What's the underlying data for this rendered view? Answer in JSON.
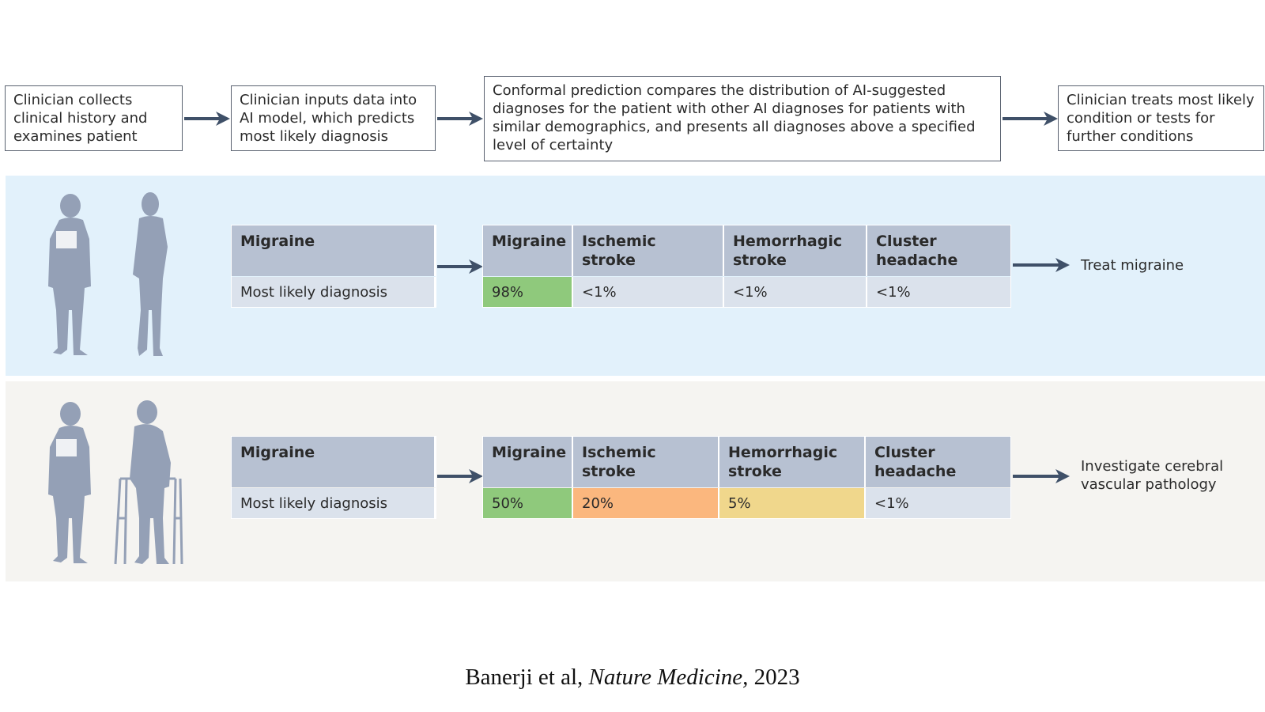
{
  "steps": [
    "Clinician collects clinical history and examines patient",
    "Clinician inputs data into AI model, which predicts most likely diagnosis",
    "Conformal prediction compares the distribution of AI-suggested diagnoses for the patient with other AI diagnoses for patients with similar demographics, and presents all diagnoses above a specified level of certainty",
    "Clinician treats most likely condition or tests for further conditions"
  ],
  "scenarios": [
    {
      "model_output": {
        "diagnosis": "Migraine",
        "label": "Most likely diagnosis"
      },
      "conformal": [
        {
          "name": "Migraine",
          "value": "98%",
          "color": "#8fc97c"
        },
        {
          "name": "Ischemic stroke",
          "value": "<1%",
          "color": "#dbe2ec"
        },
        {
          "name": "Hemorrhagic stroke",
          "value": "<1%",
          "color": "#dbe2ec"
        },
        {
          "name": "Cluster headache",
          "value": "<1%",
          "color": "#dbe2ec"
        }
      ],
      "outcome": "Treat migraine"
    },
    {
      "model_output": {
        "diagnosis": "Migraine",
        "label": "Most likely diagnosis"
      },
      "conformal": [
        {
          "name": "Migraine",
          "value": "50%",
          "color": "#8fc97c"
        },
        {
          "name": "Ischemic stroke",
          "value": "20%",
          "color": "#fbb77e"
        },
        {
          "name": "Hemorrhagic stroke",
          "value": "5%",
          "color": "#f0d78c"
        },
        {
          "name": "Cluster headache",
          "value": "<1%",
          "color": "#dbe2ec"
        }
      ],
      "outcome": "Investigate cerebral vascular pathology"
    }
  ],
  "citation": {
    "authors": "Banerji et al,",
    "journal": "Nature Medicine,",
    "year": "2023"
  },
  "colors": {
    "band_blue": "#e2f1fb",
    "band_grey": "#f5f4f1",
    "silhouette": "#94a0b6",
    "arrow": "#3f5068"
  }
}
